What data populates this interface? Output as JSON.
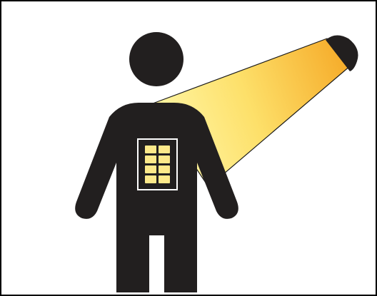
{
  "illustration": {
    "subject": "person-silhouette",
    "light_source": "flashlight",
    "device": "solar-panel",
    "panel_cells": 8,
    "colors": {
      "frame": "#000000",
      "background": "#ffffff",
      "silhouette": "#221f1f",
      "beam_near": "#fff7a8",
      "beam_mid": "#fde06a",
      "beam_far": "#f5a623",
      "beam_outline": "#1a1a1a",
      "panel_border": "#ffffff",
      "panel_cell": "#fde98a"
    }
  }
}
